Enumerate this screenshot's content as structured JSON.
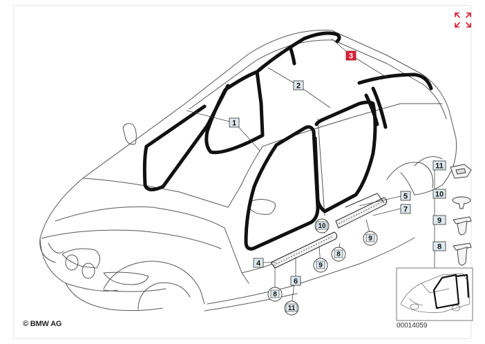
{
  "copyright": "© BMW AG",
  "figure_id": "00014059",
  "expand_icon": "expand-arrows-icon",
  "colors": {
    "accent": "#d9243c",
    "line": "#222222",
    "seal": "#111111",
    "box_fill": "#dde8ee"
  },
  "callouts": {
    "c1": "1",
    "c2": "2",
    "c3": "3",
    "c4": "4",
    "c5": "5",
    "c6": "6",
    "c7": "7",
    "c8a": "8",
    "c8b": "8",
    "c9a": "9",
    "c9b": "9",
    "c10": "10",
    "c11": "11"
  },
  "parts_panel": {
    "p11": "11",
    "p10": "10",
    "p9": "9",
    "p8": "8"
  }
}
